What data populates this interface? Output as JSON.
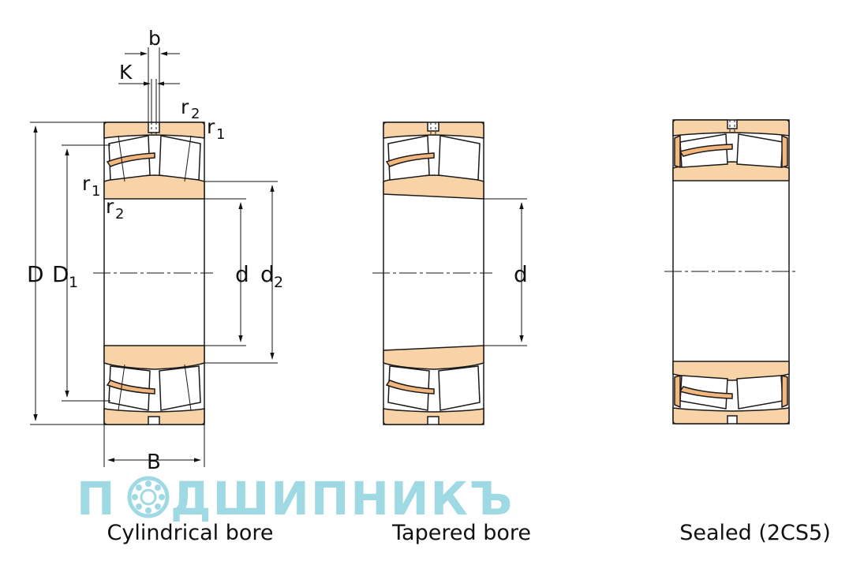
{
  "colors": {
    "ring_fill": "#f9d3a8",
    "cage_fill": "#f3b67d",
    "outline": "#1a1a1a",
    "watermark": "#8fd3e0"
  },
  "labels": {
    "b": "b",
    "K": "K",
    "r2_top": "r",
    "r2_top_sub": "2",
    "r1_top": "r",
    "r1_top_sub": "1",
    "r1_left": "r",
    "r1_left_sub": "1",
    "r2_left": "r",
    "r2_left_sub": "2",
    "D": "D",
    "D1": "D",
    "D1_sub": "1",
    "d_cyl": "d",
    "d2": "d",
    "d2_sub": "2",
    "d_tap": "d",
    "B": "B"
  },
  "captions": {
    "cylindrical": "Cylindrical bore",
    "tapered": "Tapered bore",
    "sealed": "Sealed (2CS5)"
  },
  "watermark": {
    "text_pre": "П",
    "text_post": "ДШИПНИКЪ"
  }
}
